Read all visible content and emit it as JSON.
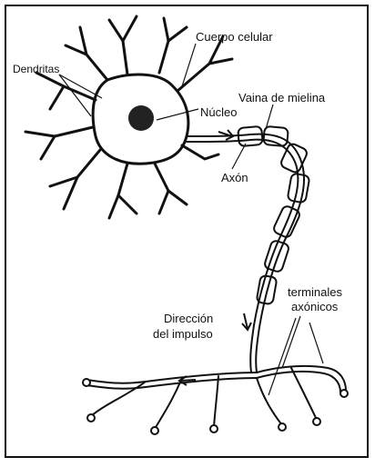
{
  "diagram": {
    "labels": {
      "cell_body": "Cuerpo celular",
      "dendrites": "Dendritas",
      "nucleus": "Núcleo",
      "myelin_sheath": "Vaina de mielina",
      "axon": "Axón",
      "direction_line1": "Dirección",
      "direction_line2": "del impulso",
      "terminals_line1": "terminales",
      "terminals_line2": "axónicos"
    }
  }
}
